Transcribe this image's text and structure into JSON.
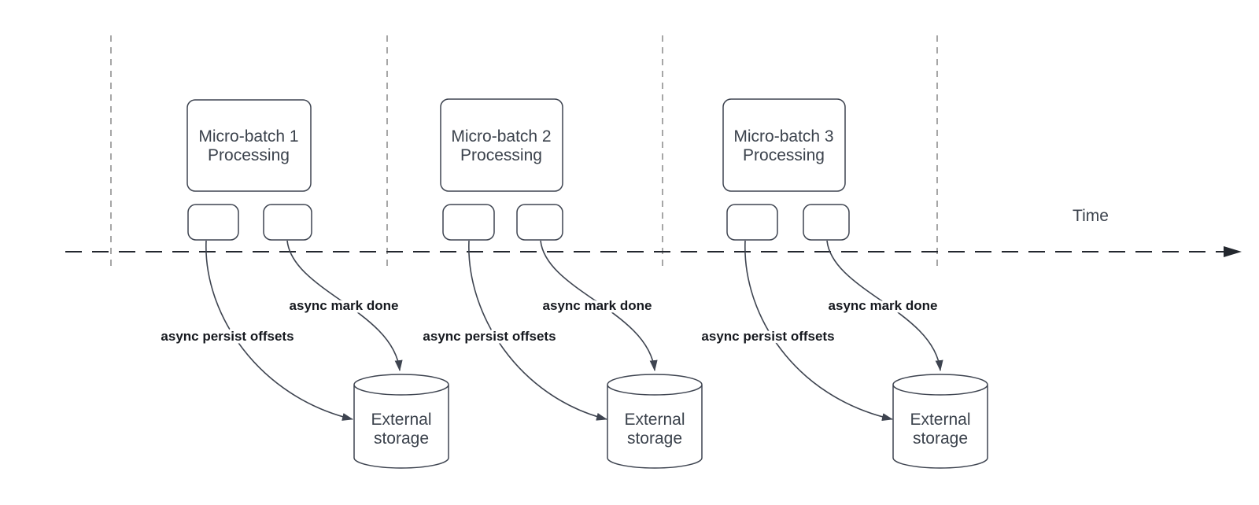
{
  "time_label": "Time",
  "sections": [
    {
      "box_line1": "Micro-batch 1",
      "box_line2": "Processing",
      "persist_label": "async persist offsets",
      "mark_done_label": "async mark done",
      "storage_line1": "External",
      "storage_line2": "storage"
    },
    {
      "box_line1": "Micro-batch 2",
      "box_line2": "Processing",
      "persist_label": "async persist offsets",
      "mark_done_label": "async mark done",
      "storage_line1": "External",
      "storage_line2": "storage"
    },
    {
      "box_line1": "Micro-batch 3",
      "box_line2": "Processing",
      "persist_label": "async persist offsets",
      "mark_done_label": "async mark done",
      "storage_line1": "External",
      "storage_line2": "storage"
    }
  ],
  "colors": {
    "shape_stroke": "#3e4450",
    "box_text": "#3b424c",
    "bold_label_text": "#16191f",
    "divider_gray": "#a6a6a6",
    "timeline_dark": "#23272e",
    "background": "#ffffff"
  }
}
